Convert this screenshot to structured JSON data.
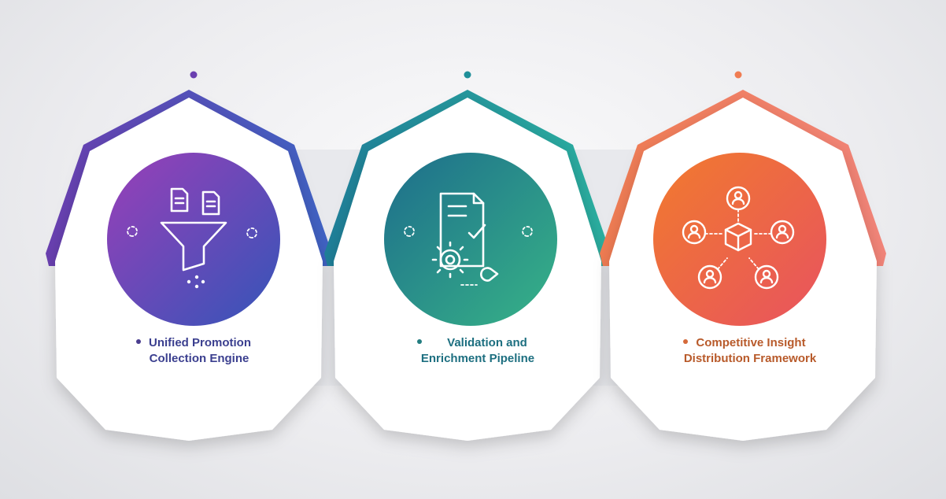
{
  "colors": {
    "background": "#ececef",
    "card": "#ffffff",
    "connector": "#e9eaee"
  },
  "cards": [
    {
      "id": "unified-promotion",
      "line1": "Unified Promotion",
      "line2": "Collection Engine",
      "icon": "funnel-documents-icon",
      "accent_start": "#6a3fb0",
      "accent_end": "#3f63c4",
      "circle_start": "#9a3fb8",
      "circle_end": "#3455b8",
      "text_color": "#3b3f8f",
      "dot_color": "#4a3d8f"
    },
    {
      "id": "validation-enrichment",
      "line1": "Validation and",
      "line2": "Enrichment Pipeline",
      "icon": "checklist-gear-icon",
      "accent_start": "#1f7f99",
      "accent_end": "#2bb0a0",
      "circle_start": "#1d6d8c",
      "circle_end": "#37b387",
      "text_color": "#1d6f80",
      "dot_color": "#237d80"
    },
    {
      "id": "competitive-insight",
      "line1": "Competitive Insight",
      "line2": "Distribution Framework",
      "icon": "network-people-icon",
      "accent_start": "#f07c52",
      "accent_end": "#f3857a",
      "circle_start": "#f17a2e",
      "circle_end": "#e8535f",
      "text_color": "#b85a2a",
      "dot_color": "#d56a3a"
    }
  ]
}
